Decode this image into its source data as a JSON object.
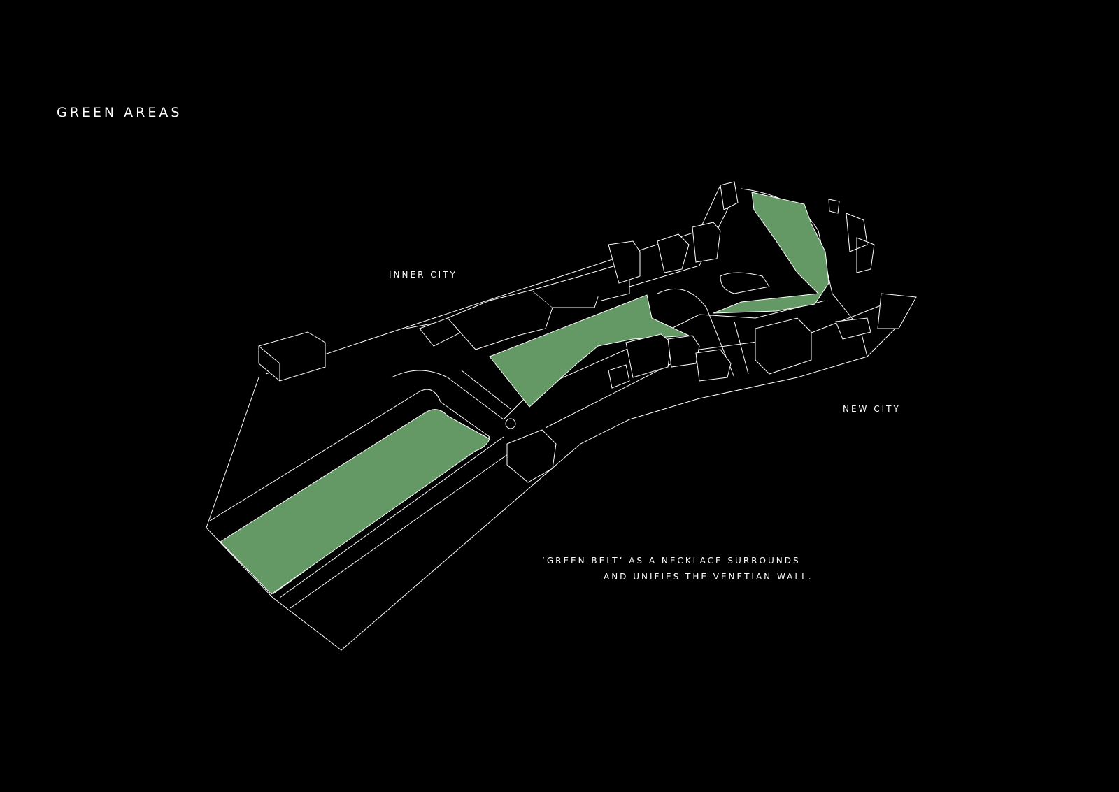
{
  "title": "GREEN AREAS",
  "labels": {
    "inner_city": "INNER CITY",
    "new_city": "NEW CITY"
  },
  "caption": {
    "line1": "‘GREEN BELT’ AS A NECKLACE SURROUNDS",
    "line2": "AND UNIFIES THE VENETIAN WALL."
  },
  "colors": {
    "background": "#000000",
    "green_area": "#649966",
    "lines": "#ffffff"
  }
}
